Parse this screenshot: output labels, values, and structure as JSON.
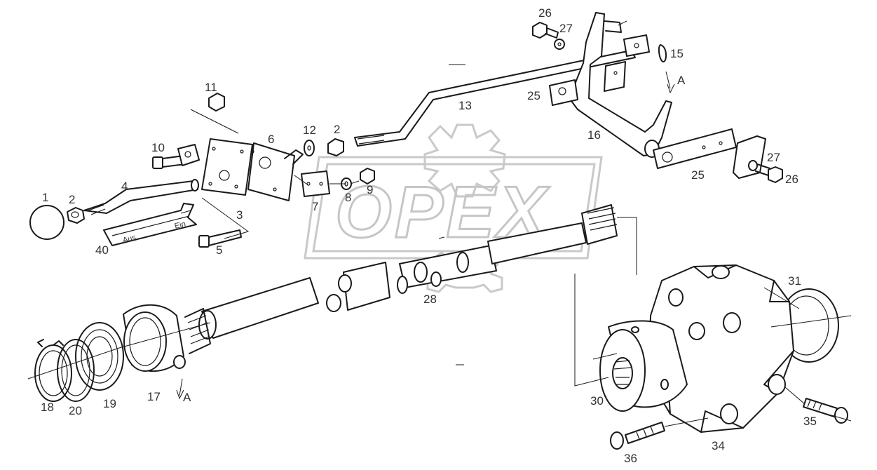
{
  "watermark": {
    "text": "OPEX"
  },
  "scale_label": {
    "left": "Aus",
    "right": "Ein"
  },
  "callout_letter": "A",
  "labels": [
    "1",
    "2",
    "4",
    "40",
    "10",
    "11",
    "3",
    "5",
    "6",
    "12",
    "2",
    "7",
    "8",
    "9",
    "13",
    "26",
    "27",
    "15",
    "25",
    "16",
    "25",
    "27",
    "26",
    "28",
    "31",
    "30",
    "34",
    "35",
    "36",
    "17",
    "18",
    "20",
    "19",
    "A",
    "A"
  ]
}
